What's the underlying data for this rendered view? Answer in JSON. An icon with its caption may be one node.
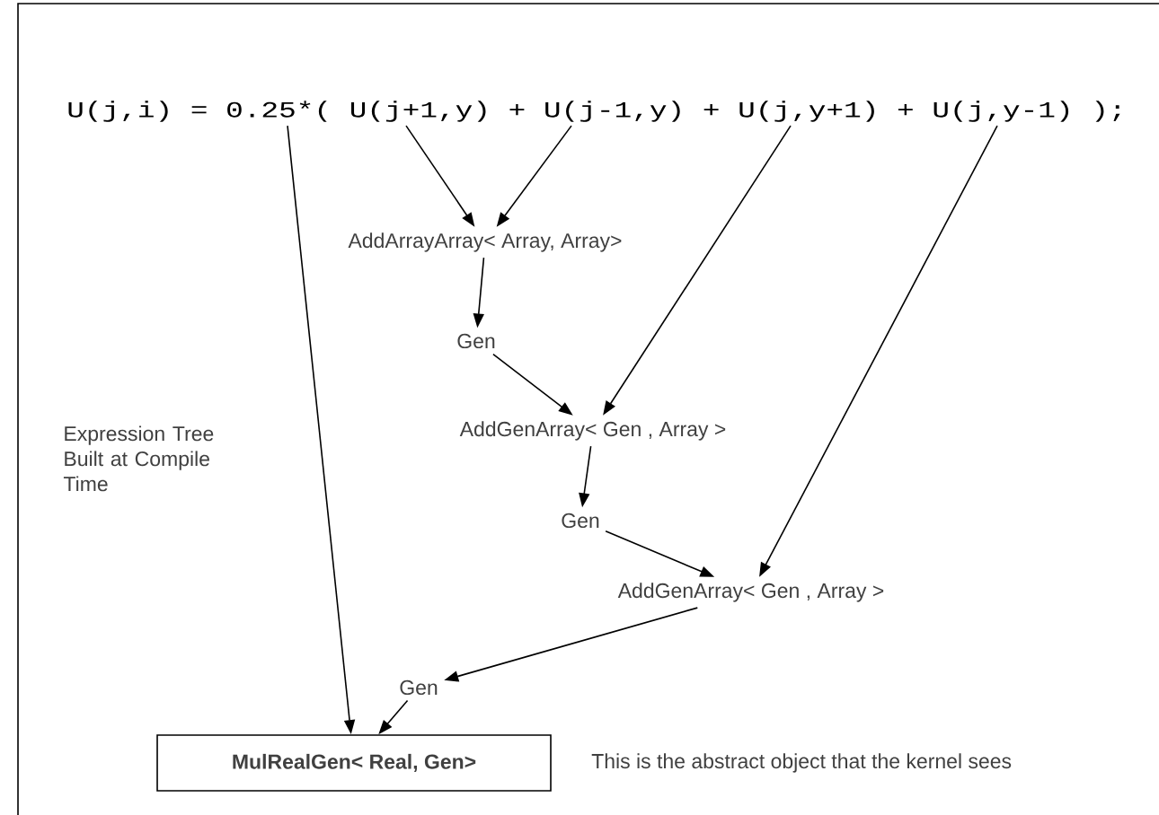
{
  "diagram": {
    "nodes": [
      {
        "text": [
          "U(j,i) = 0.25*( U(j+1,y) + U(j-1,y) + U(j,y+1) + U(j,y-1) );"
        ]
      },
      {
        "text": [
          "AddArrayArray< Array, Array>"
        ]
      },
      {
        "text": [
          "Gen"
        ]
      },
      {
        "text": [
          "AddGenArray< Gen , Array >"
        ]
      },
      {
        "text": [
          "Gen"
        ]
      },
      {
        "text": [
          "AddGenArray< Gen , Array >"
        ]
      },
      {
        "text": [
          "Gen"
        ]
      },
      {
        "text": [
          "MulRealGen< Real, Gen>"
        ],
        "beside": [
          "This is the abstract object that the kernel sees"
        ]
      }
    ],
    "edges": [
      {
        "from": 0,
        "to": 1,
        "arrow": "to"
      },
      {
        "from": 0,
        "to": 1,
        "arrow": "to"
      },
      {
        "from": 1,
        "to": 2,
        "arrow": "to"
      },
      {
        "from": 0,
        "to": 3,
        "arrow": "to"
      },
      {
        "from": 2,
        "to": 3,
        "arrow": "to"
      },
      {
        "from": 3,
        "to": 4,
        "arrow": "to"
      },
      {
        "from": 4,
        "to": 5,
        "arrow": "to"
      },
      {
        "from": 0,
        "to": 5,
        "arrow": "to"
      },
      {
        "from": 5,
        "to": 6,
        "arrow": "to"
      },
      {
        "from": 0,
        "to": 7,
        "arrow": "to"
      },
      {
        "from": 6,
        "to": 7,
        "arrow": "to"
      }
    ],
    "labels": [
      "Expression Tree Built at Compile Time"
    ]
  }
}
